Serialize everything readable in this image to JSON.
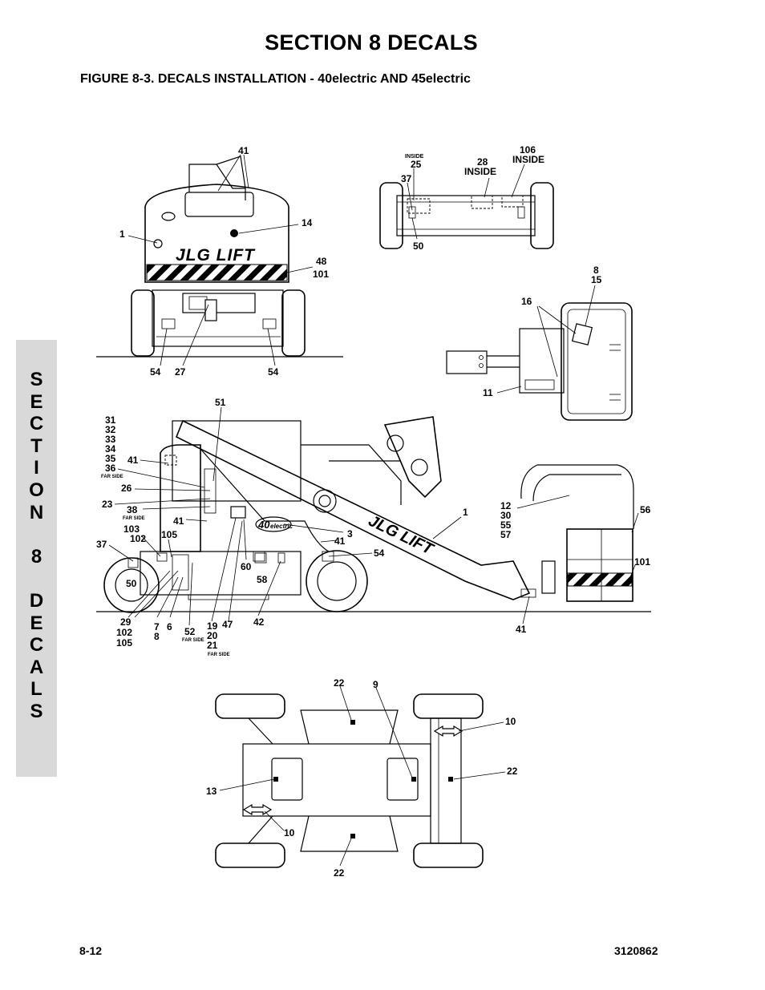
{
  "page": {
    "title": "SECTION 8  DECALS",
    "figure_caption": "FIGURE 8-3.    DECALS INSTALLATION - 40electric AND 45electric",
    "side_tab": [
      "S",
      "E",
      "C",
      "T",
      "I",
      "O",
      "N",
      "",
      "8",
      "",
      "D",
      "E",
      "C",
      "A",
      "L",
      "S"
    ],
    "page_number": "8-12",
    "doc_number": "3120862"
  },
  "decal_text": {
    "jlg_lift": "JLG LIFT",
    "model_40": "40",
    "model_suffix": "electric"
  },
  "callouts": {
    "rear_view": [
      "41",
      "14",
      "1",
      "48",
      "101",
      "54",
      "27",
      "54"
    ],
    "top_platform_view": [
      "INSIDE",
      "25",
      "28",
      "INSIDE",
      "106",
      "INSIDE",
      "37",
      "50"
    ],
    "platform_plan_view": [
      "8",
      "15",
      "16",
      "11"
    ],
    "side_view": [
      "31",
      "32",
      "33",
      "34",
      "35",
      "36",
      "FAR SIDE",
      "41",
      "26",
      "23",
      "38",
      "FAR SIDE",
      "41",
      "103",
      "102",
      "105",
      "37",
      "50",
      "51",
      "3",
      "41",
      "54",
      "1",
      "60",
      "58",
      "42",
      "29",
      "102",
      "105",
      "7",
      "8",
      "6",
      "52",
      "FAR SIDE",
      "19",
      "20",
      "21",
      "FAR SIDE",
      "47",
      "12",
      "30",
      "55",
      "57",
      "56",
      "101",
      "41"
    ],
    "bottom_view": [
      "22",
      "9",
      "10",
      "22",
      "13",
      "10",
      "22"
    ]
  }
}
